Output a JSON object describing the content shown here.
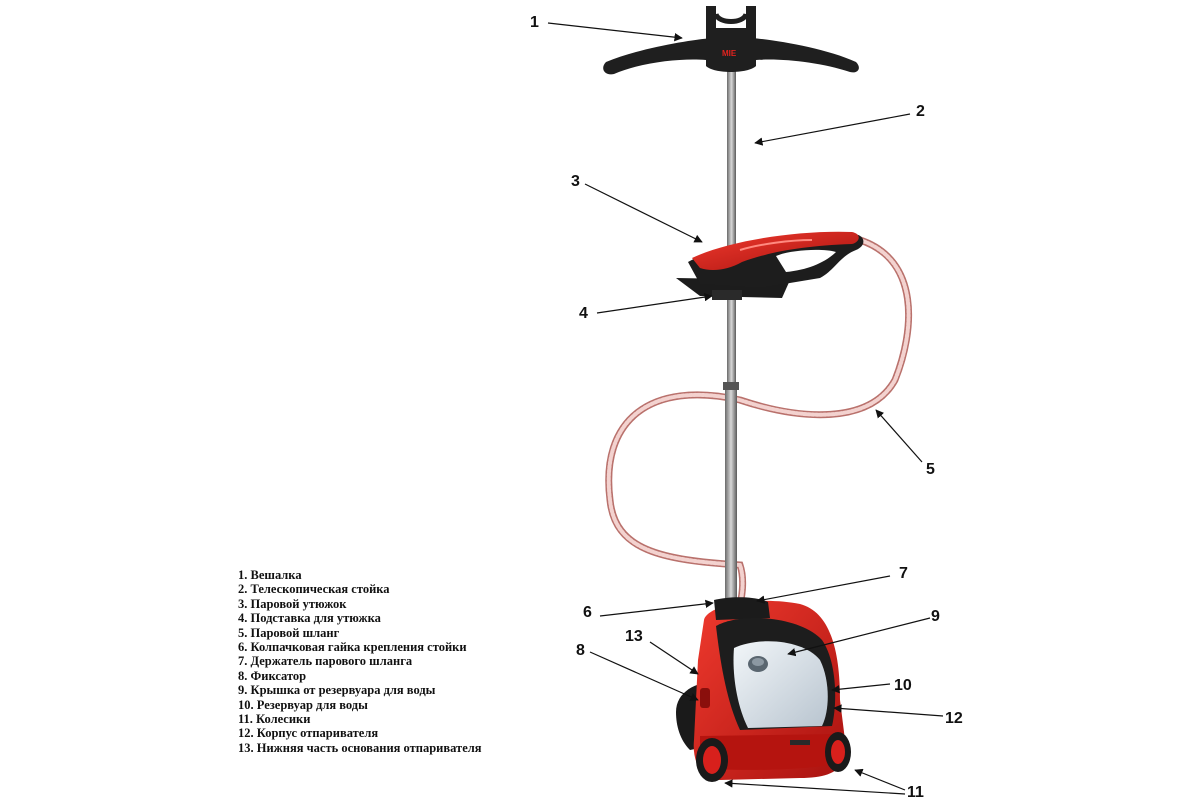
{
  "brand_logo": "MIE",
  "callouts": [
    "1",
    "2",
    "3",
    "4",
    "5",
    "6",
    "7",
    "8",
    "9",
    "10",
    "11",
    "12",
    "13"
  ],
  "legend": [
    "1. Вешалка",
    "2. Телескопическая стойка",
    "3. Паровой утюжок",
    "4. Подставка для утюжка",
    "5. Паровой шланг",
    "6. Колпачковая гайка крепления стойки",
    "7. Держатель парового шланга",
    "8. Фиксатор",
    "9. Крышка от резервуара для воды",
    "10. Резервуар для воды",
    "11. Колесики",
    "12. Корпус отпаривателя",
    "13. Нижняя часть основания отпаривателя"
  ],
  "colors": {
    "body_red": "#d8201c",
    "dark": "#1e1e1e",
    "tank": "#d9e2ea",
    "hose": "#e9b8b4"
  }
}
